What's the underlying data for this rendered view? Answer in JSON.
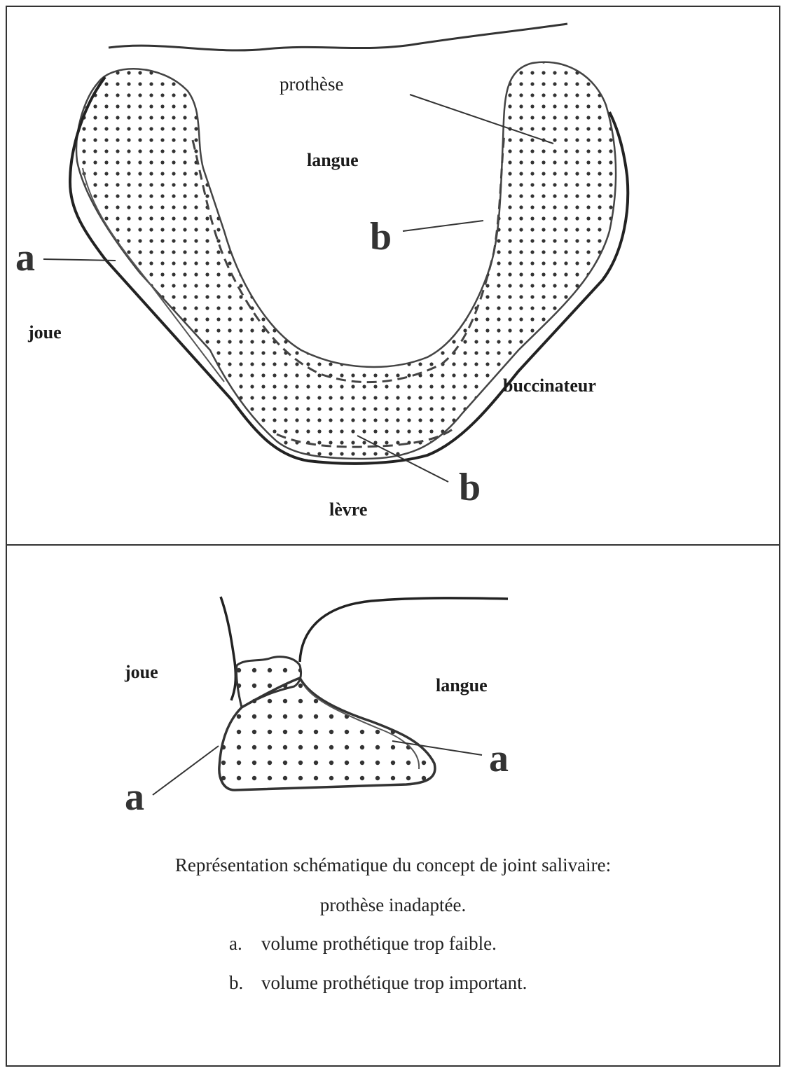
{
  "top_figure": {
    "labels": {
      "prothese": "prothèse",
      "langue": "langue",
      "joue": "joue",
      "buccinateur": "buccinateur",
      "levre": "lèvre",
      "marker_a": "a",
      "marker_b_upper": "b",
      "marker_b_lower": "b"
    }
  },
  "bottom_figure": {
    "labels": {
      "joue": "joue",
      "langue": "langue",
      "marker_a_left": "a",
      "marker_a_right": "a"
    }
  },
  "caption": {
    "line1": "Représentation schématique du concept de joint salivaire:",
    "line2": "prothèse inadaptée.",
    "items": [
      {
        "marker": "a.",
        "text": "volume prothétique trop faible."
      },
      {
        "marker": "b.",
        "text": "volume prothétique trop important."
      }
    ]
  }
}
